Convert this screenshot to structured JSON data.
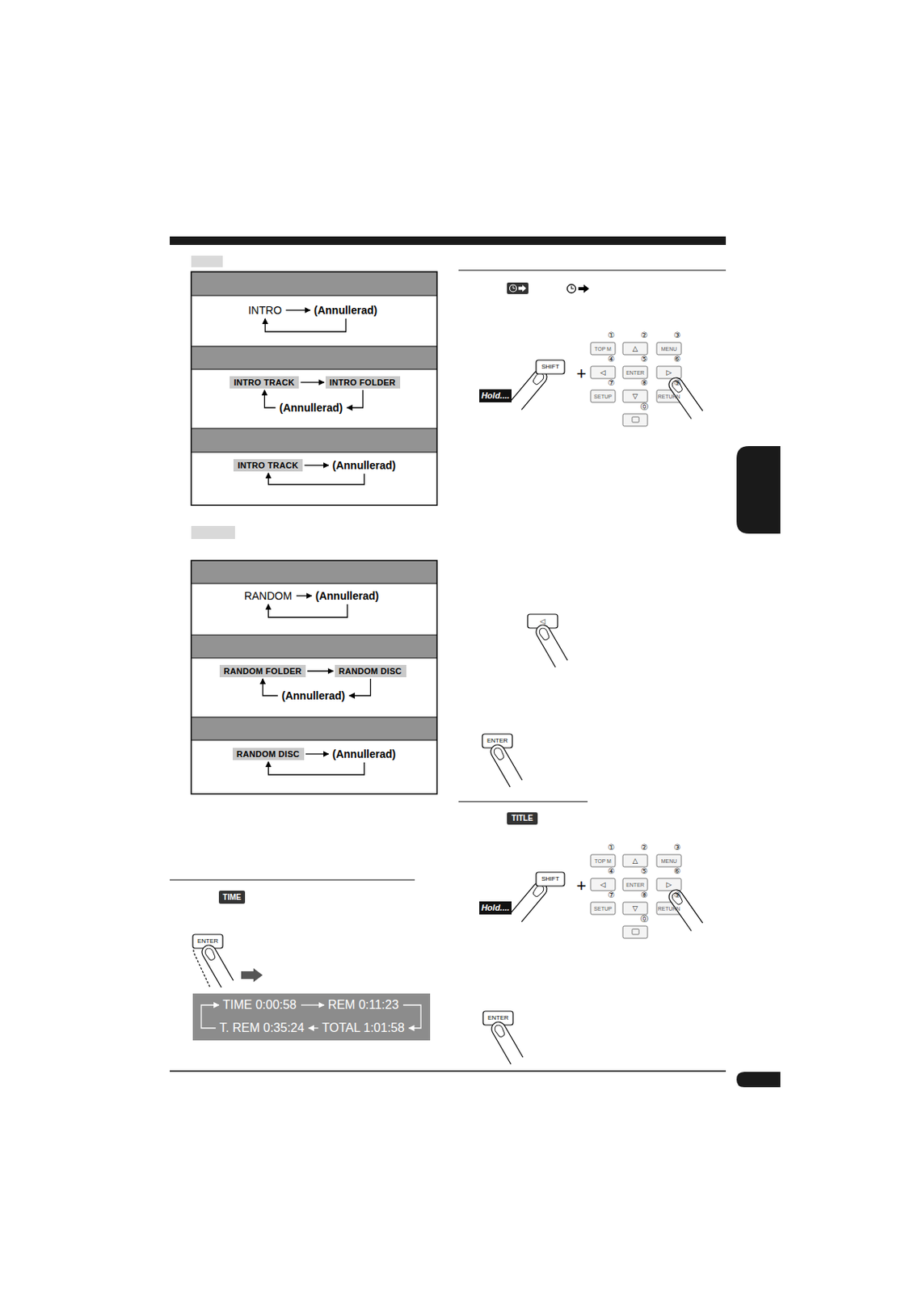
{
  "diagram": {
    "nodes": [
      {
        "text": [
          "INTRO"
        ]
      },
      {
        "text": [
          "(Annullerad)"
        ]
      },
      {
        "text": [
          "INTRO TRACK"
        ]
      },
      {
        "text": [
          "INTRO FOLDER"
        ]
      },
      {
        "text": [
          "(Annullerad)"
        ]
      },
      {
        "text": [
          "INTRO TRACK"
        ]
      },
      {
        "text": [
          "(Annullerad)"
        ]
      },
      {
        "text": [
          "RANDOM"
        ]
      },
      {
        "text": [
          "(Annullerad)"
        ]
      },
      {
        "text": [
          "RANDOM FOLDER"
        ]
      },
      {
        "text": [
          "RANDOM DISC"
        ]
      },
      {
        "text": [
          "(Annullerad)"
        ]
      },
      {
        "text": [
          "RANDOM DISC"
        ]
      },
      {
        "text": [
          "(Annullerad)"
        ]
      },
      {
        "text": [
          "TIME 0:00:58"
        ]
      },
      {
        "text": [
          "REM 0:11:23"
        ]
      },
      {
        "text": [
          "TOTAL 1:01:58"
        ]
      },
      {
        "text": [
          "T. REM 0:35:24"
        ]
      }
    ],
    "edges": [
      {
        "from": 0,
        "to": 1,
        "arrow": "to"
      },
      {
        "from": 1,
        "to": 0,
        "arrow": "to"
      },
      {
        "from": 2,
        "to": 3,
        "arrow": "to"
      },
      {
        "from": 3,
        "to": 4,
        "arrow": "to"
      },
      {
        "from": 4,
        "to": 2,
        "arrow": "to"
      },
      {
        "from": 5,
        "to": 6,
        "arrow": "to"
      },
      {
        "from": 6,
        "to": 5,
        "arrow": "to"
      },
      {
        "from": 7,
        "to": 8,
        "arrow": "to"
      },
      {
        "from": 8,
        "to": 7,
        "arrow": "to"
      },
      {
        "from": 9,
        "to": 10,
        "arrow": "to"
      },
      {
        "from": 10,
        "to": 11,
        "arrow": "to"
      },
      {
        "from": 11,
        "to": 9,
        "arrow": "to"
      },
      {
        "from": 12,
        "to": 13,
        "arrow": "to"
      },
      {
        "from": 13,
        "to": 12,
        "arrow": "to"
      },
      {
        "from": 14,
        "to": 15,
        "arrow": "to"
      },
      {
        "from": 15,
        "to": 16,
        "arrow": "to"
      },
      {
        "from": 16,
        "to": 17,
        "arrow": "to"
      },
      {
        "from": 17,
        "to": 14,
        "arrow": "to"
      }
    ],
    "labels": [
      "TIME",
      "ENTER",
      "SHIFT",
      "Hold....",
      "+",
      "①",
      "②",
      "③",
      "④",
      "⑤",
      "⑥",
      "⑦",
      "⑧",
      "⑨",
      "⓪",
      "TOP M",
      "△",
      "MENU",
      "◁",
      "ENTER",
      "▷",
      "SETUP",
      "▽",
      "RETURN",
      "◁",
      "ENTER",
      "TITLE",
      "SHIFT",
      "Hold....",
      "+",
      "①",
      "②",
      "③",
      "④",
      "⑤",
      "⑥",
      "⑦",
      "⑧",
      "⑨",
      "⓪",
      "TOP M",
      "△",
      "MENU",
      "◁",
      "ENTER",
      "▷",
      "SETUP",
      "▽",
      "RETURN",
      "ENTER"
    ]
  }
}
